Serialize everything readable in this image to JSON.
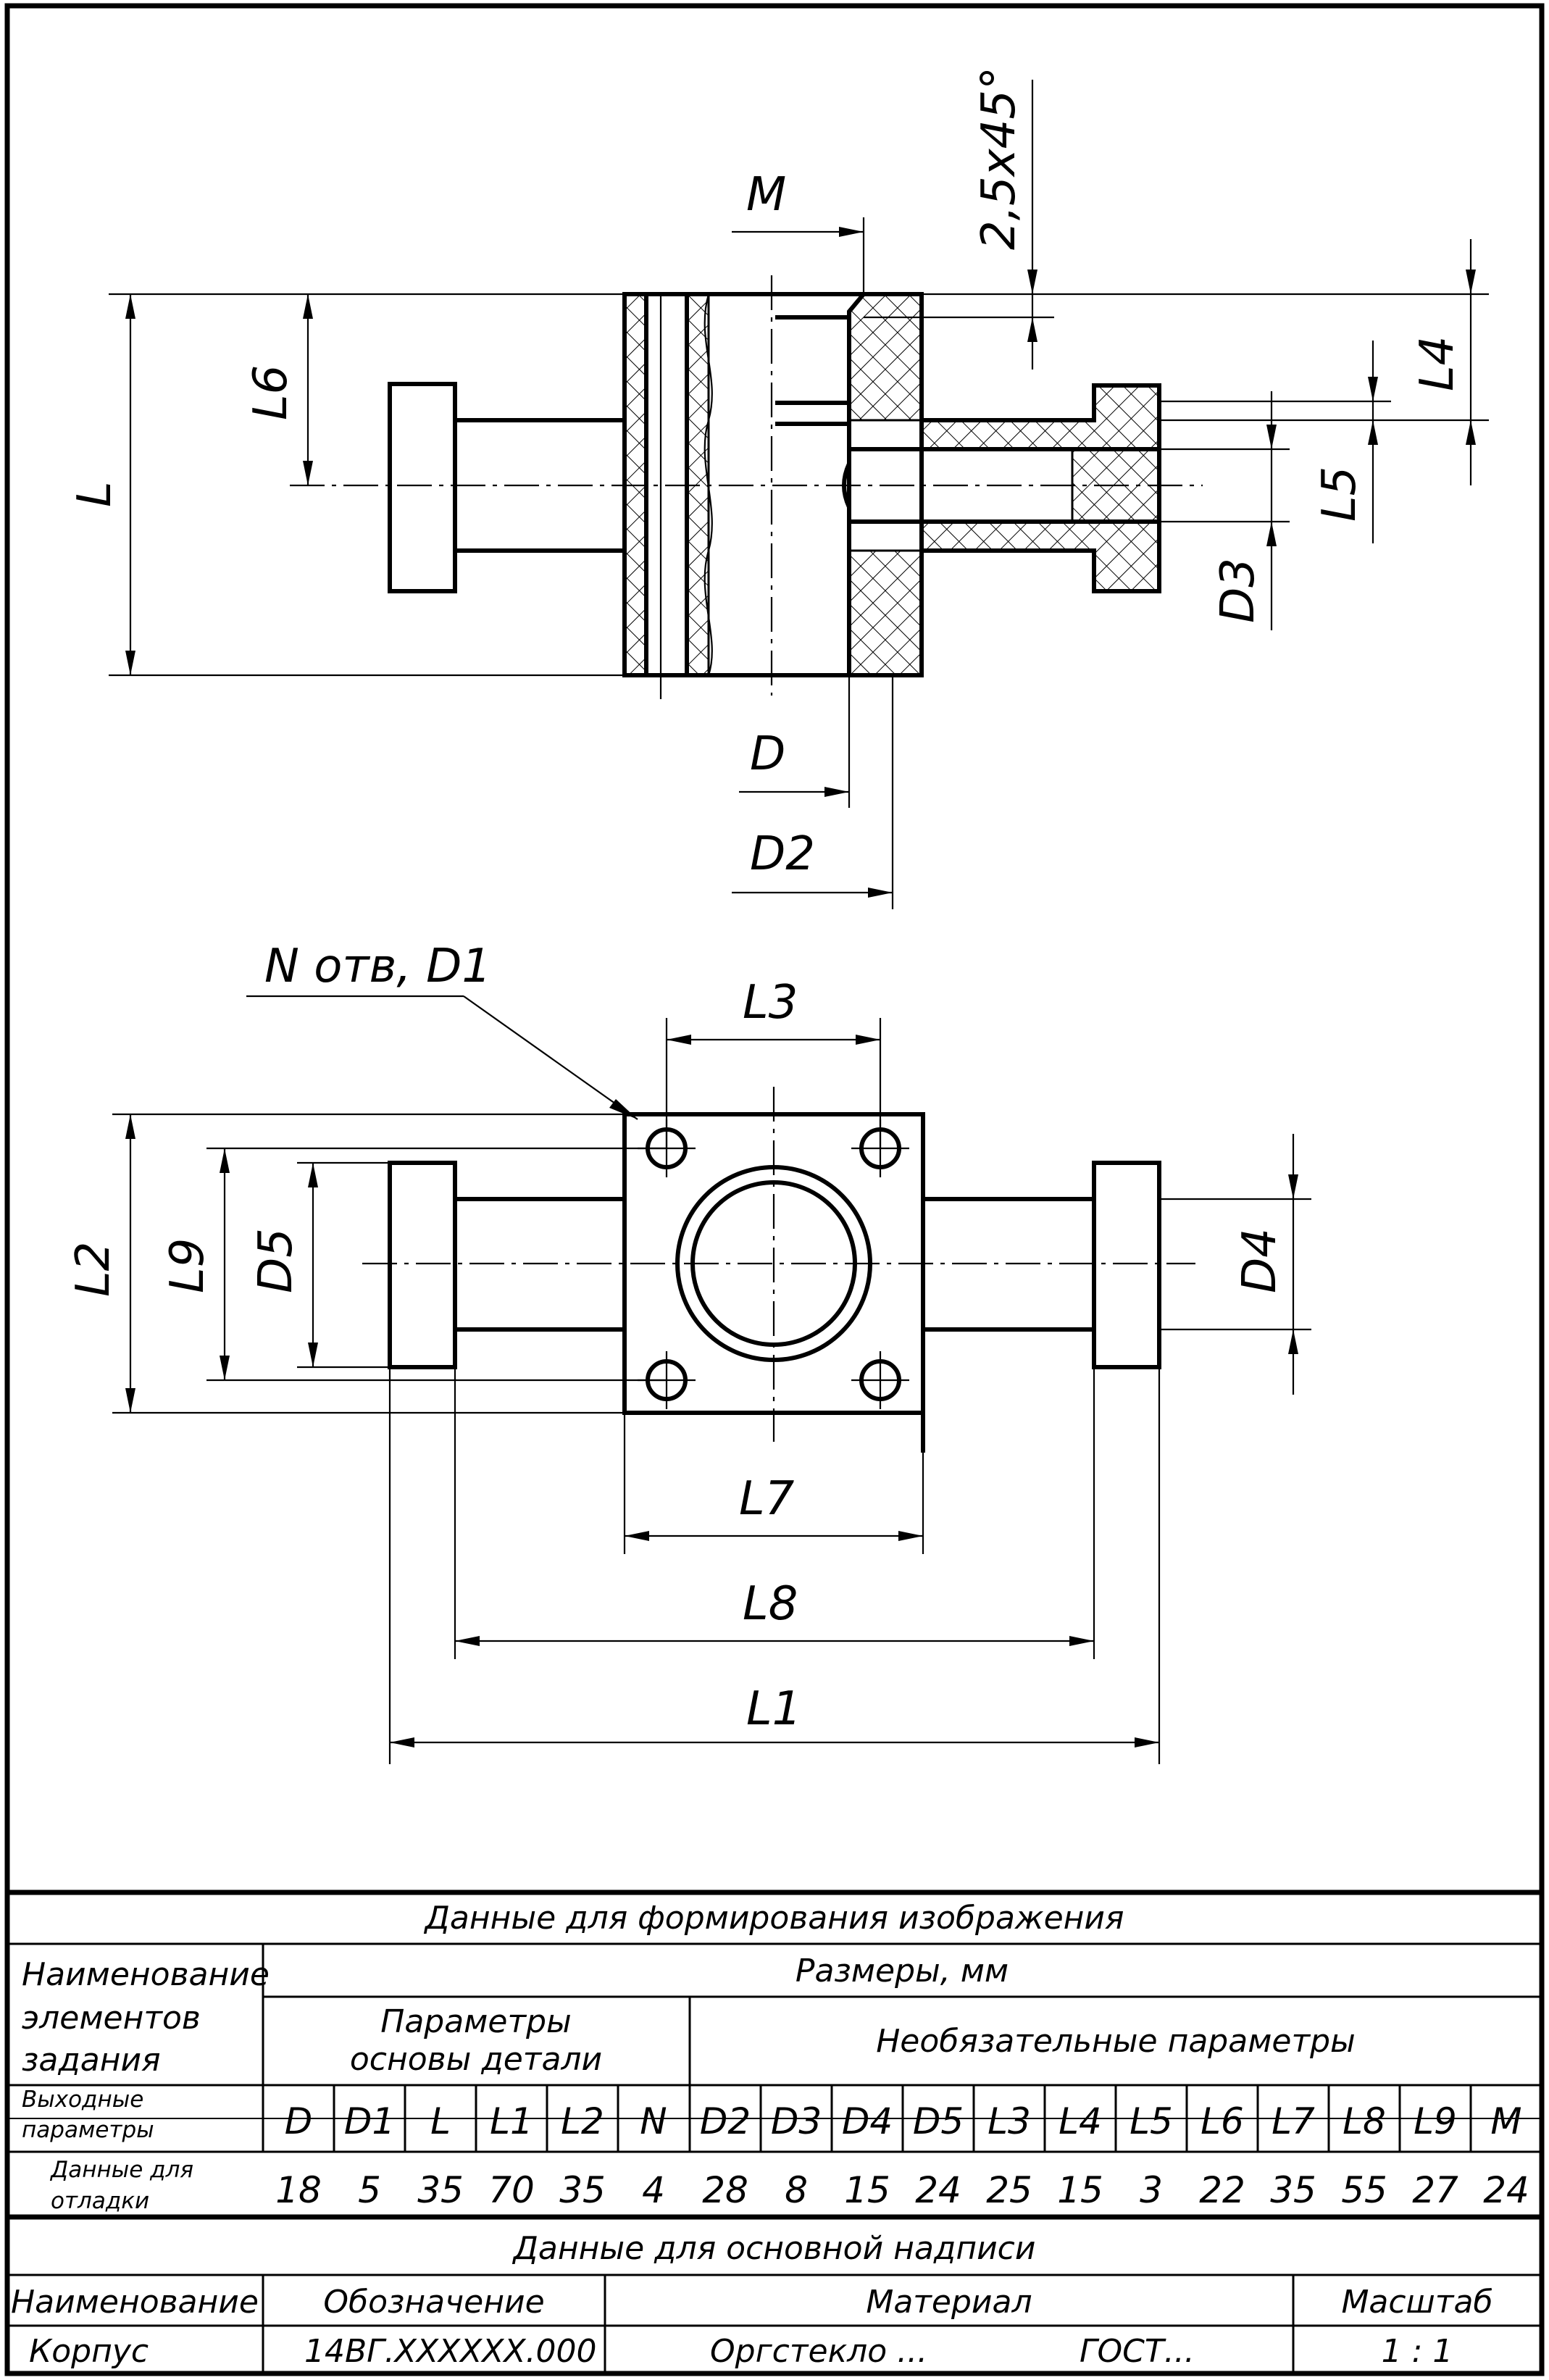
{
  "dimensions": {
    "M": "M",
    "chamfer": "2,5x45°",
    "L": "L",
    "L6": "L6",
    "L4": "L4",
    "L5": "L5",
    "D3": "D3",
    "D": "D",
    "D2": "D2",
    "holes": "N отв, D1",
    "L3": "L3",
    "L2": "L2",
    "L9": "L9",
    "D5": "D5",
    "D4": "D4",
    "L7": "L7",
    "L8": "L8",
    "L1": "L1"
  },
  "table": {
    "title": "Данные для формирования изображения",
    "element_names_header": [
      "Наименование",
      "элементов",
      "задания"
    ],
    "sizes_header": "Размеры, мм",
    "base_params_header": [
      "Параметры",
      "основы детали"
    ],
    "optional_params_header": "Необязательные параметры",
    "output_params_label": [
      "Выходные",
      "параметры"
    ],
    "debug_data_label": [
      "Данные для",
      "отладки"
    ],
    "columns": [
      "D",
      "D1",
      "L",
      "L1",
      "L2",
      "N",
      "D2",
      "D3",
      "D4",
      "D5",
      "L3",
      "L4",
      "L5",
      "L6",
      "L7",
      "L8",
      "L9",
      "M"
    ],
    "values": [
      "18",
      "5",
      "35",
      "70",
      "35",
      "4",
      "28",
      "8",
      "15",
      "24",
      "25",
      "15",
      "3",
      "22",
      "35",
      "55",
      "27",
      "24"
    ]
  },
  "title_block": {
    "title": "Данные для основной надписи",
    "headers": {
      "name": "Наименование",
      "designation": "Обозначение",
      "material": "Материал",
      "scale": "Масштаб"
    },
    "values": {
      "name": "Корпус",
      "designation": "14ВГ.XXXXXX.000",
      "material": "Оргстекло ...",
      "standard": "ГОСТ...",
      "scale": "1 : 1"
    }
  }
}
